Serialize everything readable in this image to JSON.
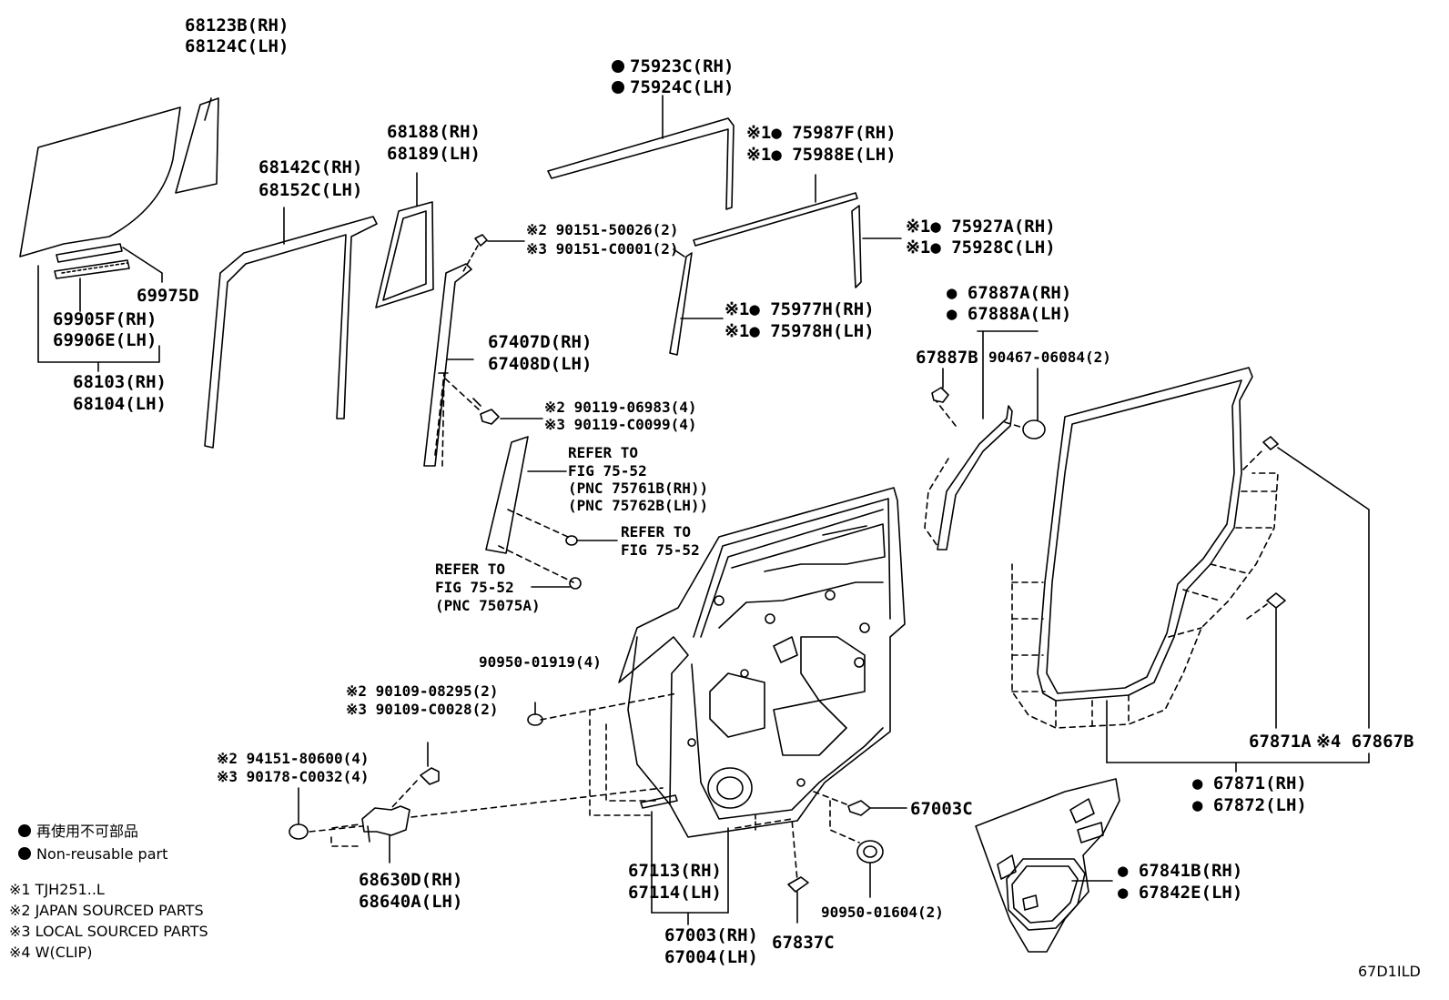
{
  "labels": {
    "p68123b": "68123B(RH)",
    "p68124c": "68124C(LH)",
    "p75923c": "75923C(RH)",
    "p75924c": "75924C(LH)",
    "p75987f": "※1● 75987F(RH)",
    "p75988e": "※1● 75988E(LH)",
    "p68188": "68188(RH)",
    "p68189": "68189(LH)",
    "p68142c": "68142C(RH)",
    "p68152c": "68152C(LH)",
    "p90151a": "※2 90151-50026(2)",
    "p90151b": "※3 90151-C0001(2)",
    "p75927a": "※1● 75927A(RH)",
    "p75928c": "※1● 75928C(LH)",
    "p69975d": "69975D",
    "p69905f": "69905F(RH)",
    "p69906e": "69906E(LH)",
    "p68103": "68103(RH)",
    "p68104": "68104(LH)",
    "p75977h": "※1● 75977H(RH)",
    "p75978h": "※1● 75978H(LH)",
    "p67887a": "● 67887A(RH)",
    "p67888a": "● 67888A(LH)",
    "p67407d": "67407D(RH)",
    "p67408d": "67408D(LH)",
    "p67887b": "67887B",
    "p90467": "90467-06084(2)",
    "p90119a": "※2 90119-06983(4)",
    "p90119b": "※3 90119-C0099(4)",
    "ref1a": "REFER TO",
    "ref1b": "FIG 75-52",
    "ref1c": "(PNC 75761B(RH))",
    "ref1d": "(PNC 75762B(LH))",
    "ref2a": "REFER TO",
    "ref2b": "FIG 75-52",
    "ref3a": "REFER TO",
    "ref3b": "FIG 75-52",
    "ref3c": "(PNC 75075A)",
    "p90950a": "90950-01919(4)",
    "p90109a": "※2 90109-08295(2)",
    "p90109b": "※3 90109-C0028(2)",
    "p94151": "※2 94151-80600(4)",
    "p90178": "※3 90178-C0032(4)",
    "p67003c": "67003C",
    "p67871a": "67871A",
    "p67867b": "※4 67867B",
    "p67871": "● 67871(RH)",
    "p67872": "● 67872(LH)",
    "p68630d": "68630D(RH)",
    "p68640a": "68640A(LH)",
    "p67113": "67113(RH)",
    "p67114": "67114(LH)",
    "p90950b": "90950-01604(2)",
    "p67841b": "● 67841B(RH)",
    "p67842e": "● 67842E(LH)",
    "p67003": "67003(RH)",
    "p67004": "67004(LH)",
    "p67837c": "67837C",
    "code": "67D1ILD"
  },
  "legend": {
    "jp": "再使用不可部品",
    "en": "Non-reusable part",
    "n1": "※1 TJH251..L",
    "n2": "※2 JAPAN SOURCED PARTS",
    "n3": "※3 LOCAL SOURCED PARTS",
    "n4": "※4 W(CLIP)"
  }
}
